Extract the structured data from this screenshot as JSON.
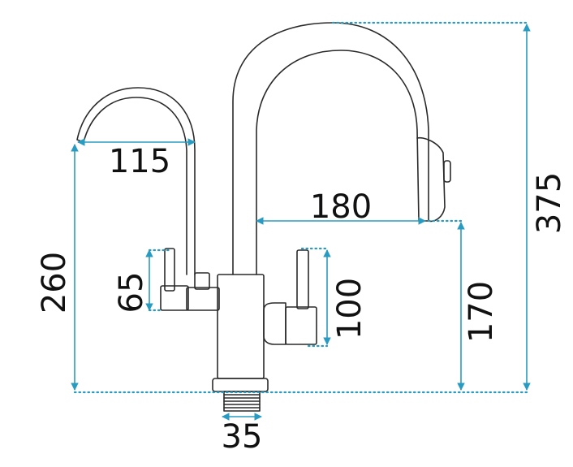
{
  "diagram": {
    "dimensions": {
      "filter_spout_reach": "115",
      "filter_spout_height": "260",
      "filter_lever_height": "65",
      "main_spout_reach": "180",
      "total_height": "375",
      "spout_height": "170",
      "main_lever_height": "100",
      "base_diameter": "35"
    },
    "colors": {
      "outline": "#2a2a2a",
      "dimension_line": "#2a9bc0",
      "text": "#111111",
      "background": "#ffffff"
    }
  }
}
